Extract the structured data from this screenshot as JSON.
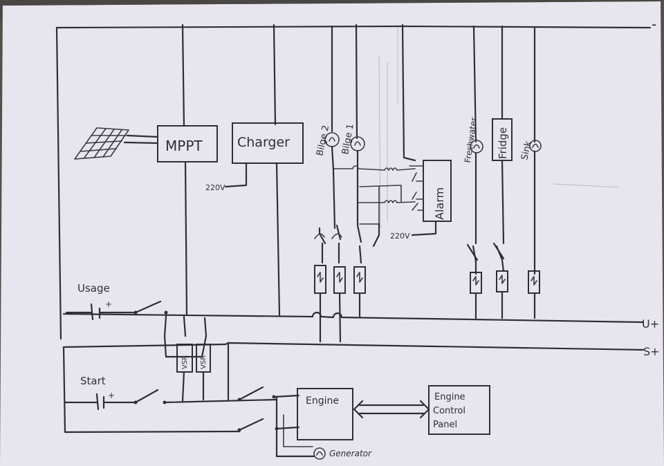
{
  "rails": {
    "negative": "-",
    "usage_positive": "U+",
    "start_positive": "S+"
  },
  "devices": {
    "mppt": "MPPT",
    "charger": "Charger",
    "alarm": "Alarm",
    "engine": "Engine",
    "engine_control_panel": [
      "Engine",
      "Control",
      "Panel"
    ],
    "generator": "Generator",
    "vsr": "VSR"
  },
  "supply": {
    "charger_input": "220V",
    "alarm_input": "220V"
  },
  "loads": {
    "bilge_2": "Bilge 2",
    "bilge_1": "Bilge 1",
    "freshwater": "Freshwater",
    "fridge": "Fridge",
    "sink": "Sink"
  },
  "batteries": {
    "usage": "Usage",
    "start": "Start",
    "plus": "+"
  }
}
